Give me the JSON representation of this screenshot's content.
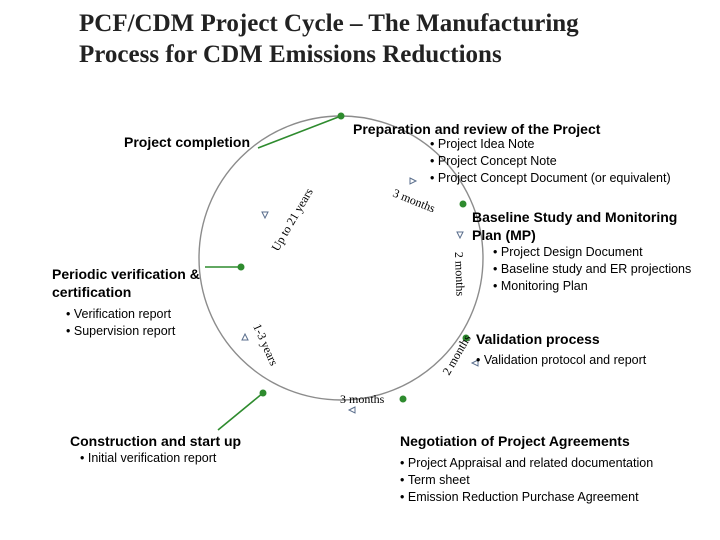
{
  "title": {
    "line1": "PCF/CDM Project Cycle – The Manufacturing",
    "line2": "Process for CDM Emissions Reductions"
  },
  "stages": {
    "preparation": {
      "heading": "Preparation and review of the Project",
      "items": [
        "Project Idea Note",
        "Project Concept Note",
        "Project Concept Document (or equivalent)"
      ]
    },
    "baseline": {
      "heading_line1": "Baseline Study and  Monitoring",
      "heading_line2": "Plan (MP)",
      "items": [
        "Project Design Document",
        "Baseline study and ER projections",
        "Monitoring Plan"
      ]
    },
    "validation": {
      "heading": "Validation process",
      "items": [
        "Validation protocol and report"
      ]
    },
    "negotiation": {
      "heading": "Negotiation of Project Agreements",
      "items": [
        "Project Appraisal and related documentation",
        "Term sheet",
        "Emission Reduction Purchase Agreement"
      ]
    },
    "construction": {
      "heading": "Construction and start up",
      "items": [
        "Initial verification report"
      ]
    },
    "verification": {
      "heading_line1": "Periodic verification &",
      "heading_line2": "certification",
      "items": [
        "Verification report",
        "Supervision report"
      ]
    },
    "completion": {
      "heading": "Project completion"
    }
  },
  "durations": {
    "prep_to_baseline": "3 months",
    "baseline_to_validation": "2 months",
    "validation_to_negotiation": "2 months",
    "negotiation_to_construction": "3 months",
    "construction_to_verification": "1-3 years",
    "verification_to_completion": "Up to 21 years"
  },
  "colors": {
    "circle_line": "#8c8c8c",
    "node_fill": "#2e8b2e",
    "arrow": "#5a6e8c"
  }
}
